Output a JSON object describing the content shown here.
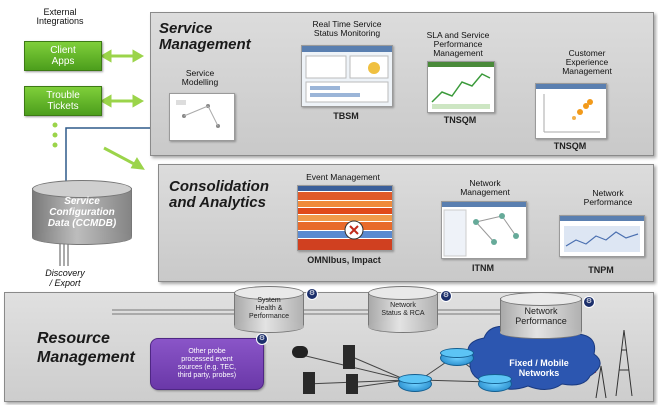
{
  "external": {
    "title": "External\nIntegrations",
    "items": [
      "Client\nApps",
      "Trouble\nTickets"
    ]
  },
  "service_management": {
    "title": "Service\nManagement",
    "modules": [
      {
        "label": "Service\nModelling",
        "code": ""
      },
      {
        "label": "Real Time Service\nStatus Monitoring",
        "code": "TBSM"
      },
      {
        "label": "SLA and Service\nPerformance\nManagement",
        "code": "TNSQM"
      },
      {
        "label": "Customer\nExperience\nManagement",
        "code": "TNSQM"
      }
    ]
  },
  "consolidation": {
    "title": "Consolidation\nand  Analytics",
    "modules": [
      {
        "label": "Event Management",
        "code": "OMNIbus, Impact"
      },
      {
        "label": "Network\nManagement",
        "code": "ITNM"
      },
      {
        "label": "Network\nPerformance",
        "code": "TNPM"
      }
    ]
  },
  "cmdb": {
    "label": "Service\nConfiguration\nData (CCMDB)"
  },
  "discovery_label": "Discovery\n/ Export",
  "resource_management": {
    "title": "Resource\nManagement",
    "databases": [
      {
        "label": "System\nHealth &\nPerformance"
      },
      {
        "label": "Network\nStatus & RCA"
      },
      {
        "label": "Network\nPerformance"
      }
    ],
    "probe_box": "Other probe\nprocessed event\nsources (e.g. TEC,\nthird party, probes)",
    "cloud": "Fixed / Mobile\nNetworks"
  },
  "colors": {
    "green": "#5fb82a",
    "purple": "#7b44b8",
    "panel_gray": "#d2d2d2",
    "arrow_blue": "#2f5a8a"
  }
}
